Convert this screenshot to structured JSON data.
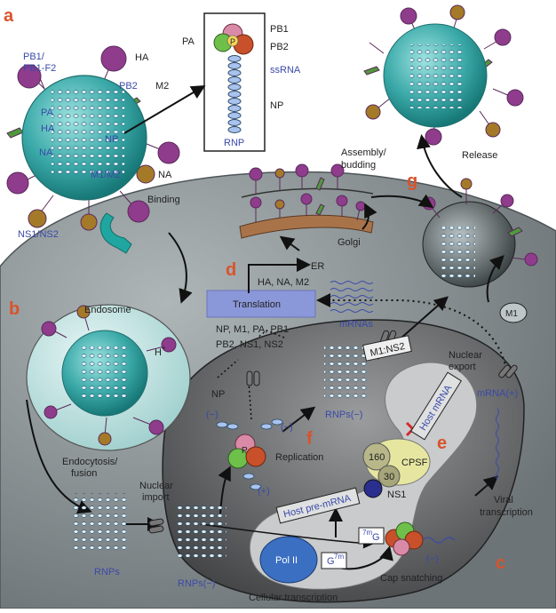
{
  "stages": {
    "a": "a",
    "b": "b",
    "c": "c",
    "d": "d",
    "e": "e",
    "f": "f",
    "g": "g"
  },
  "virion_labels": {
    "pb1": "PB1/",
    "pb1f2": "PB1-F2",
    "pb2": "PB2",
    "pa": "PA",
    "ha_inner": "HA",
    "np": "NP",
    "na_inner": "NA",
    "m1m2": "M1/M2",
    "ns": "NS1/NS2",
    "ha_outer": "HA",
    "m2": "M2",
    "na_outer": "NA"
  },
  "rnp_labels": {
    "pa": "PA",
    "pb1": "PB1",
    "pb2": "PB2",
    "p": "P",
    "ssrna": "ssRNA",
    "np": "NP",
    "title": "RNP"
  },
  "steps": {
    "binding": "Binding",
    "endosome": "Endosome",
    "h_plus": "H",
    "h_sup": "+",
    "endocytosis1": "Endocytosis/",
    "endocytosis2": "fusion",
    "nuclear_import1": "Nuclear",
    "nuclear_import2": "import",
    "rnps": "RNPs",
    "rnps_minus": "RNPs(−)",
    "rnps_minus2": "RNPs(−)",
    "replication": "Replication",
    "np_label": "NP",
    "minus_a": "(−)",
    "minus_b": "(−)",
    "plus": "(+)",
    "p": "P",
    "translation": "Translation",
    "trans_products1": "NP, M1, PA, PB1",
    "trans_products2": "PB2, NS1, NS2",
    "membrane_products": "HA, NA, M2",
    "er": "ER",
    "golgi": "Golgi",
    "assembly1": "Assembly/",
    "assembly2": "budding",
    "release": "Release",
    "m1ns2": "M1:NS2",
    "nuclear_export1": "Nuclear",
    "nuclear_export2": "export",
    "mrnas": "mRNAs",
    "mrna_plus": "mRNA(+)",
    "m1": "M1",
    "host_mrna": "Host mRNA",
    "cpsf": "CPSF",
    "n160": "160",
    "n30": "30",
    "ns1": "NS1",
    "host_pre_mrna": "Host pre-mRNA",
    "pol2": "Pol II",
    "g7m": "G",
    "g7m_sup": "7m",
    "m7g_sup": "7m",
    "m7g": "G",
    "minus_c": "(−)",
    "viral_trans1": "Viral",
    "viral_trans2": "transcription",
    "cap_snatching": "Cap snatching",
    "cellular_trans": "Cellular transcription"
  },
  "colors": {
    "virion": "#3aa9a8",
    "cell": "#8e9799",
    "nucleus": "#5a5c5e",
    "nucleolus": "#c9cbcc",
    "ha": "#8f3c8d",
    "na": "#a47a28",
    "m2": "#4e9a3a",
    "stage": "#d9532b",
    "translation_box": "#8a97d9"
  }
}
